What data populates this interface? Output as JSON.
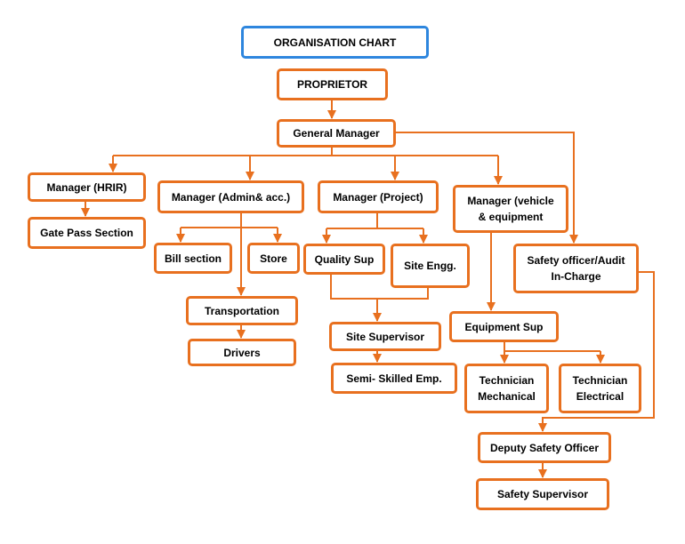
{
  "colors": {
    "node_border": "#E8701F",
    "title_border": "#2E86DE",
    "connector": "#E8701F",
    "text": "#000000"
  },
  "chart": {
    "title": "ORGANISATION CHART",
    "proprietor": "PROPRIETOR",
    "general_manager": "General Manager",
    "manager_hrir": "Manager (HRIR)",
    "gate_pass": "Gate Pass Section",
    "manager_admin": "Manager (Admin& acc.)",
    "bill_section": "Bill section",
    "store": "Store",
    "transportation": "Transportation",
    "drivers": "Drivers",
    "manager_project": "Manager (Project)",
    "quality_sup": "Quality Sup",
    "site_engg": "Site Engg.",
    "site_supervisor": "Site Supervisor",
    "semi_skilled": "Semi- Skilled Emp.",
    "manager_vehicle": "Manager (vehicle\n& equipment",
    "equipment_sup": "Equipment Sup",
    "tech_mechanical": "Technician\nMechanical",
    "tech_electrical": "Technician\nElectrical",
    "safety_officer": "Safety officer/Audit\nIn-Charge",
    "deputy_safety": "Deputy Safety Officer",
    "safety_supervisor": "Safety Supervisor"
  }
}
